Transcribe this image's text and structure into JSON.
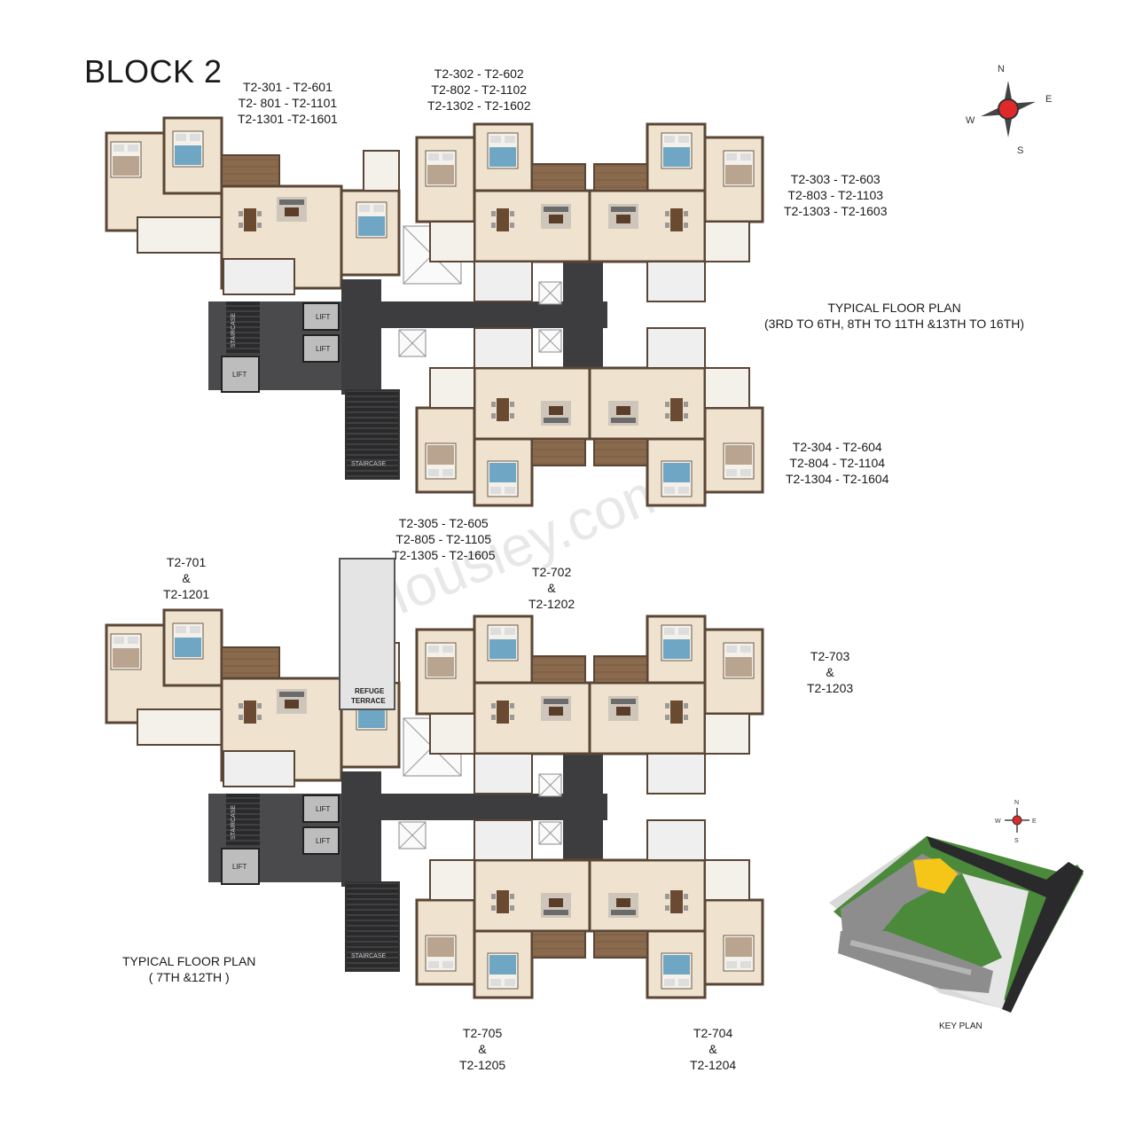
{
  "title": "BLOCK 2",
  "watermark": "Housiey.com",
  "floor_plan_upper": {
    "heading_line1": "TYPICAL FLOOR PLAN",
    "heading_line2": "(3RD TO 6TH, 8TH TO 11TH &13TH TO 16TH)",
    "units": {
      "u1": [
        "T2-301 - T2-601",
        "T2- 801 - T2-1101",
        "T2-1301 -T2-1601"
      ],
      "u2": [
        "T2-302 - T2-602",
        "T2-802 - T2-1102",
        "T2-1302 - T2-1602"
      ],
      "u3": [
        "T2-303 - T2-603",
        "T2-803 - T2-1103",
        "T2-1303 - T2-1603"
      ],
      "u4": [
        "T2-304 - T2-604",
        "T2-804 - T2-1104",
        "T2-1304 - T2-1604"
      ],
      "u5": [
        "T2-305 - T2-605",
        "T2-805 - T2-1105",
        "T2-1305 - T2-1605"
      ]
    }
  },
  "floor_plan_lower": {
    "heading_line1": "TYPICAL FLOOR PLAN",
    "heading_line2": "( 7TH &12TH )",
    "refuge_line1": "REFUGE",
    "refuge_line2": "TERRACE",
    "units": {
      "u1": [
        "T2-701",
        "&",
        "T2-1201"
      ],
      "u2": [
        "T2-702",
        "&",
        "T2-1202"
      ],
      "u3": [
        "T2-703",
        "&",
        "T2-1203"
      ],
      "u4": [
        "T2-704",
        "&",
        "T2-1204"
      ],
      "u5": [
        "T2-705",
        "&",
        "T2-1205"
      ]
    }
  },
  "core_labels": {
    "lift": "LIFT",
    "staircase": "STAIRCASE"
  },
  "compass": {
    "n": "N",
    "e": "E",
    "s": "S",
    "w": "W"
  },
  "key_plan": {
    "label": "KEY PLAN"
  },
  "colors": {
    "floor_beige": "#efe3cf",
    "wall": "#5a4636",
    "corridor": "#3d3d3f",
    "balcony": "#8a6a4d",
    "compass_red": "#e02a2a",
    "key_highlight": "#f5c518",
    "key_green": "#3f7a32"
  }
}
